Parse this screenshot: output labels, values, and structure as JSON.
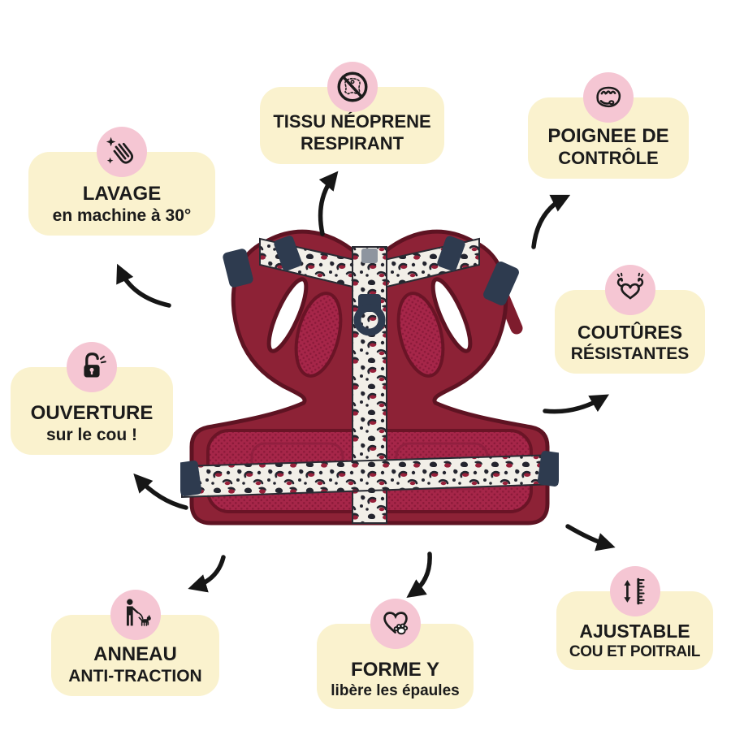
{
  "page": {
    "background": "#FFFFFF"
  },
  "palette": {
    "card_bg": "#FAF2CE",
    "icon_circle_bg": "#F5C6D3",
    "text": "#1B1B1B",
    "arrow": "#161616",
    "harness_burgundy": "#8D2236",
    "harness_dark_edge": "#5E1322",
    "harness_mesh": "#A62649",
    "leopard_base": "#F2EFE8",
    "leopard_spot": "#23242E",
    "leopard_accent": "#97203A",
    "buckle_navy": "#2E3B4F"
  },
  "callouts": [
    {
      "id": "lavage",
      "icon": "hand-wash-icon",
      "line1": "LAVAGE",
      "line2": "en machine à 30°"
    },
    {
      "id": "tissu-neoprene",
      "icon": "no-leather-icon",
      "line1": "TISSU NÉOPRENE",
      "line2": "RESPIRANT"
    },
    {
      "id": "poignee-controle",
      "icon": "fist-icon",
      "line1": "POIGNEE DE",
      "line2": "CONTRÔLE"
    },
    {
      "id": "ouverture-cou",
      "icon": "open-padlock-icon",
      "line1": "OUVERTURE",
      "line2": "sur le cou !"
    },
    {
      "id": "coutures-resistantes",
      "icon": "strong-heart-icon",
      "line1": "COUTÛRES",
      "line2": "RÉSISTANTES"
    },
    {
      "id": "anneau-anti-traction",
      "icon": "dog-walker-icon",
      "line1": "ANNEAU",
      "line2": "ANTI-TRACTION"
    },
    {
      "id": "forme-y",
      "icon": "heart-paw-icon",
      "line1": "FORME Y",
      "line2": "libère les épaules"
    },
    {
      "id": "ajustable",
      "icon": "adjustable-ruler-icon",
      "line1": "AJUSTABLE",
      "line2": "COU ET POITRAIL"
    }
  ]
}
